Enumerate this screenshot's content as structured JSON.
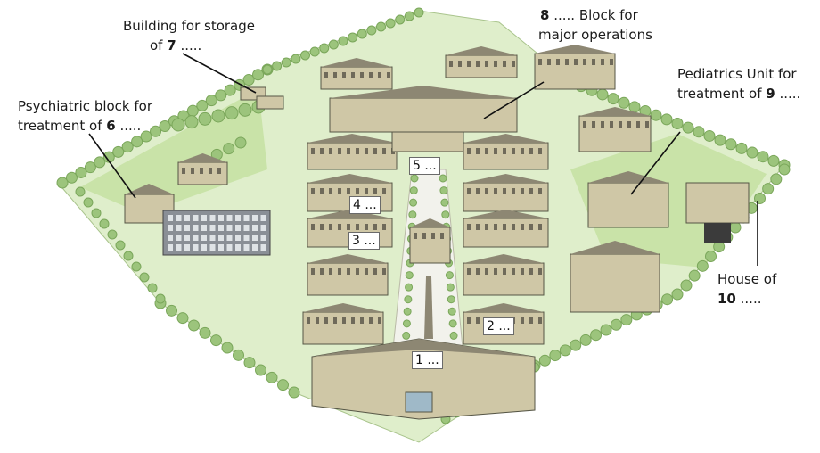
{
  "labels": {
    "storage": {
      "line1": "Building for storage",
      "pre": "of ",
      "num": "7",
      "dots": " ....."
    },
    "psychiatric": {
      "line1": "Psychiatric block for",
      "pre": "treatment of ",
      "num": "6",
      "dots": " ....."
    },
    "operations": {
      "num": "8",
      "line1_rest": " ..... Block for",
      "line2": "major operations"
    },
    "pediatrics": {
      "line1": "Pediatrics Unit for",
      "pre": "treatment of ",
      "num": "9",
      "dots": " ....."
    },
    "house": {
      "line1": "House of",
      "num": "10",
      "dots": " ....."
    }
  },
  "boxes": {
    "b1": "1 ...",
    "b2": "2 ...",
    "b3": "3 ...",
    "b4": "4 ...",
    "b5": "5 ..."
  },
  "colors": {
    "grass": "#d3e7b4",
    "tree": "#9cc47c",
    "tree_dark": "#7aa65a",
    "building": "#cfc7a6",
    "roof": "#8d8773",
    "outline": "#555545"
  }
}
